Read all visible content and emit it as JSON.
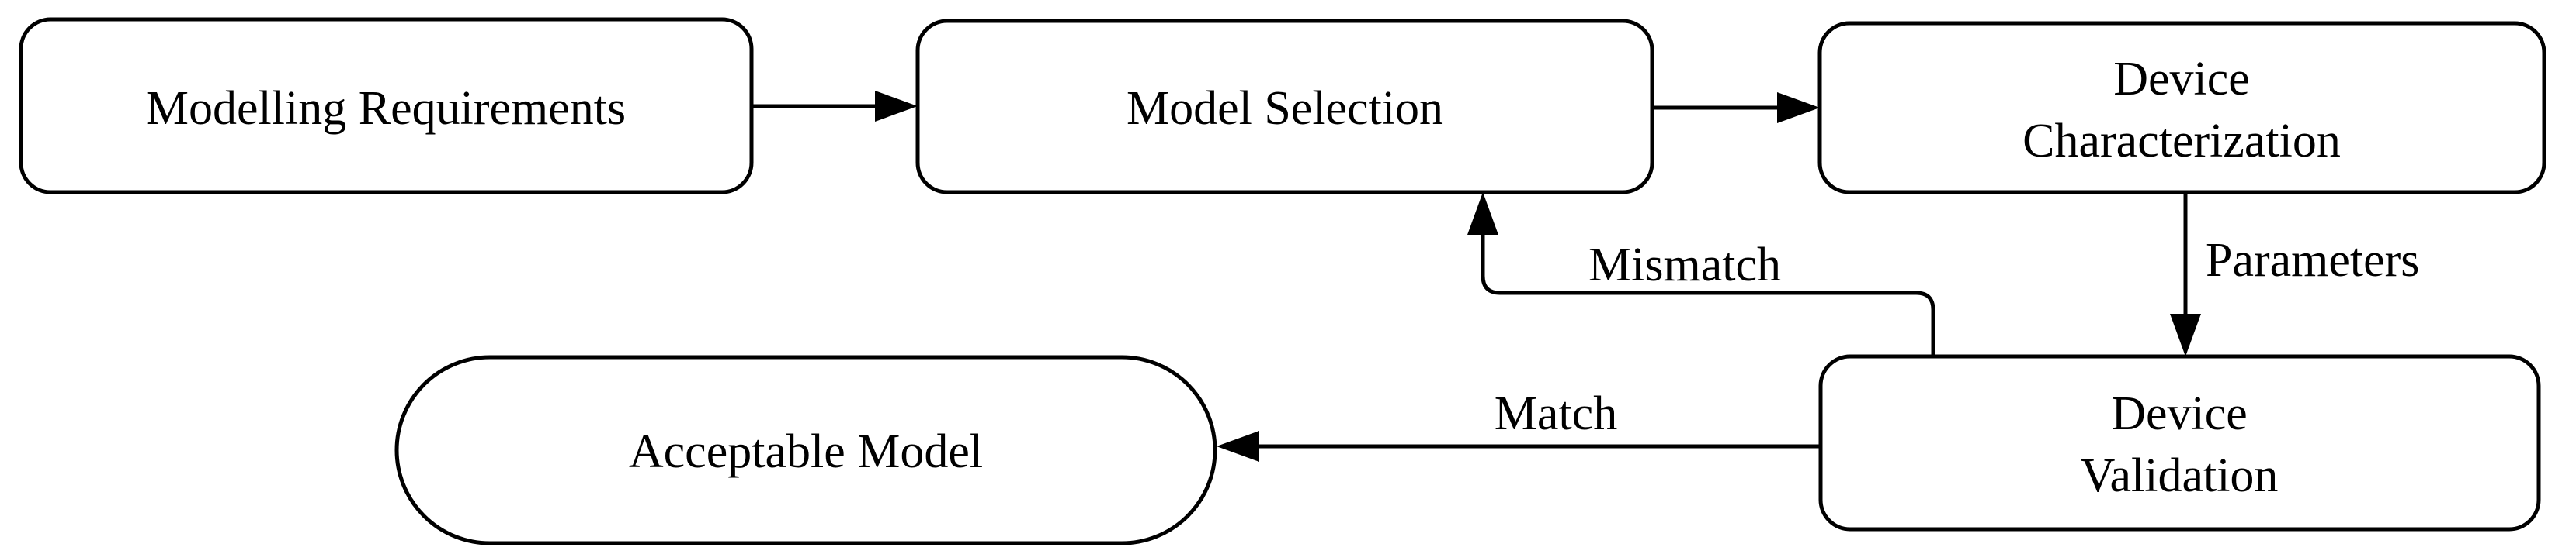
{
  "diagram": {
    "type": "flowchart",
    "colors": {
      "background": "#ffffff",
      "node_fill": "#ffffff",
      "stroke": "#000000",
      "text": "#000000"
    },
    "nodes": [
      {
        "id": "modelling-requirements",
        "shape": "rounded-rect",
        "label": "Modelling Requirements"
      },
      {
        "id": "model-selection",
        "shape": "rounded-rect",
        "label": "Model Selection"
      },
      {
        "id": "device-characterization",
        "shape": "rounded-rect",
        "label": "Device Characterization",
        "label_lines": [
          "Device",
          "Characterization"
        ]
      },
      {
        "id": "device-validation",
        "shape": "rounded-rect",
        "label": "Device Validation",
        "label_lines": [
          "Device",
          "Validation"
        ]
      },
      {
        "id": "acceptable-model",
        "shape": "stadium",
        "label": "Acceptable Model"
      }
    ],
    "edges": [
      {
        "from": "modelling-requirements",
        "to": "model-selection",
        "label": ""
      },
      {
        "from": "model-selection",
        "to": "device-characterization",
        "label": ""
      },
      {
        "from": "device-characterization",
        "to": "device-validation",
        "label": "Parameters"
      },
      {
        "from": "device-validation",
        "to": "model-selection",
        "label": "Mismatch"
      },
      {
        "from": "device-validation",
        "to": "acceptable-model",
        "label": "Match"
      }
    ]
  }
}
